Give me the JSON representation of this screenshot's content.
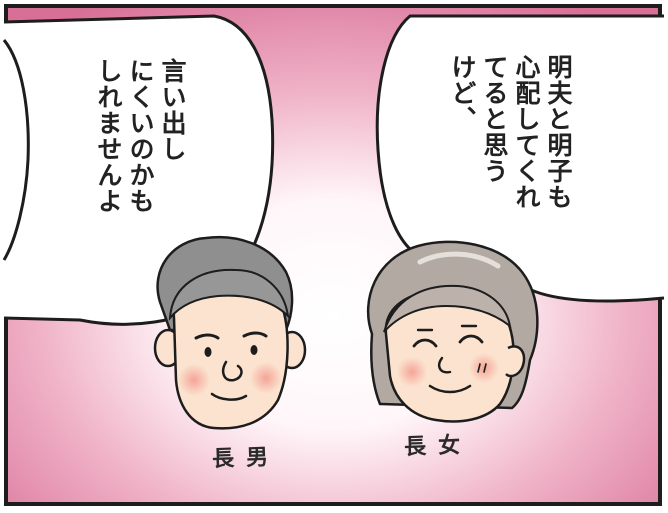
{
  "speech": {
    "left": [
      "言い出し",
      "にくいのかも",
      "しれませんよ"
    ],
    "right": [
      "明夫と明子も",
      "心配してくれ",
      "てると思う",
      "けど、"
    ]
  },
  "labels": {
    "eldest_son": "長男",
    "eldest_daughter": "長女"
  },
  "colors": {
    "background_pink": "#dd7ea0",
    "background_glow": "#ffffff",
    "outline": "#1d1d1d",
    "hair_gray": "#8f8f8f",
    "skin": "#fbe3cf",
    "cheek": "#f3a196"
  }
}
